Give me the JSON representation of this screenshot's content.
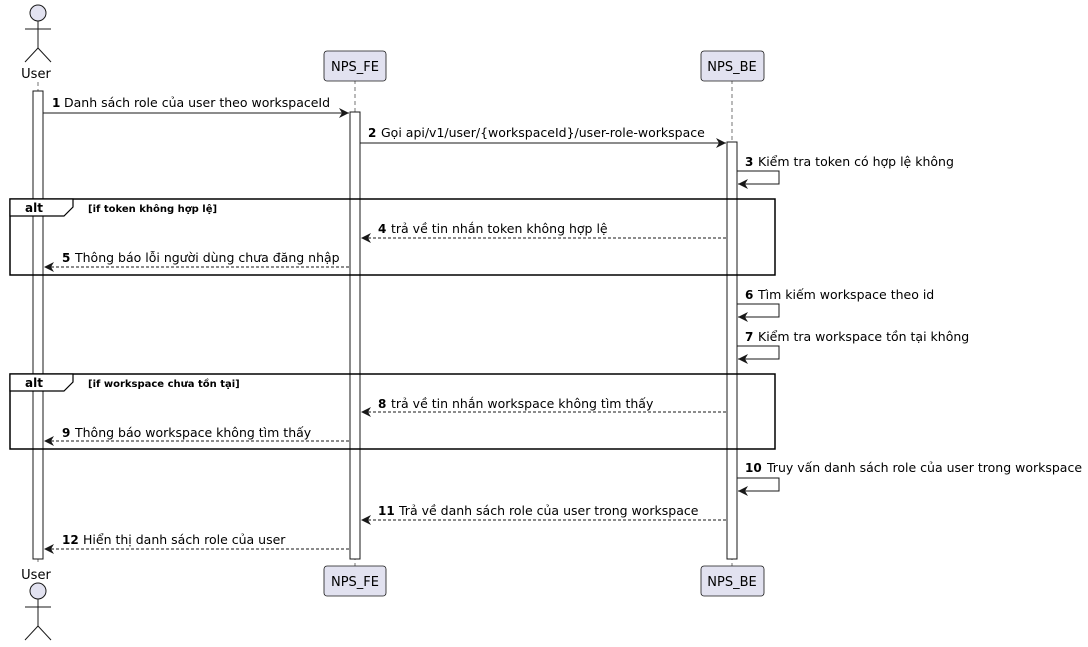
{
  "participants": {
    "user": "User",
    "fe": "NPS_FE",
    "be": "NPS_BE"
  },
  "fragments": [
    {
      "keyword": "alt",
      "condition": "[if token không hợp lệ]"
    },
    {
      "keyword": "alt",
      "condition": "[if workspace chưa tồn tại]"
    }
  ],
  "messages": [
    {
      "num": "1",
      "text": "Danh sách role của user theo workspaceId"
    },
    {
      "num": "2",
      "text": "Gọi api/v1/user/{workspaceId}/user-role-workspace"
    },
    {
      "num": "3",
      "text": "Kiểm tra token có hợp lệ không"
    },
    {
      "num": "4",
      "text": "trả về tin nhắn token không hợp lệ"
    },
    {
      "num": "5",
      "text": "Thông báo lỗi người dùng chưa đăng nhập"
    },
    {
      "num": "6",
      "text": "Tìm kiếm workspace theo id"
    },
    {
      "num": "7",
      "text": "Kiểm tra workspace tồn tại không"
    },
    {
      "num": "8",
      "text": "trả về tin nhắn workspace không tìm thấy"
    },
    {
      "num": "9",
      "text": "Thông báo workspace không tìm thấy"
    },
    {
      "num": "10",
      "text": "Truy vấn danh sách role của user trong workspace"
    },
    {
      "num": "11",
      "text": "Trả về danh sách role của user trong workspace"
    },
    {
      "num": "12",
      "text": "Hiển thị danh sách role của user"
    }
  ]
}
